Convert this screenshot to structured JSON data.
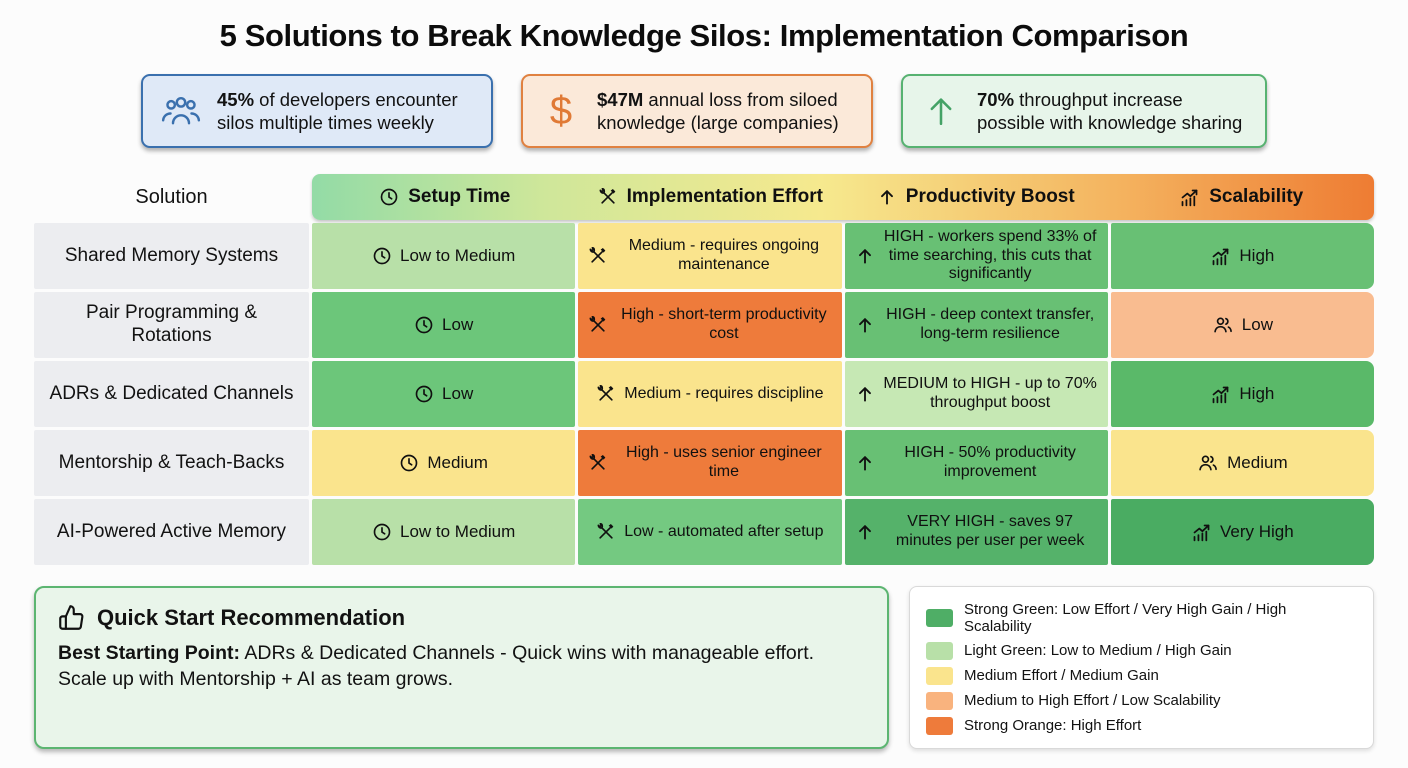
{
  "page": {
    "title": "5 Solutions to Break Knowledge Silos: Implementation Comparison"
  },
  "stat_cards": [
    {
      "icon": "people-group-icon",
      "highlight": "45%",
      "text": " of developers encounter silos multiple times weekly",
      "accent": "#3a70ae"
    },
    {
      "icon": "dollar-icon",
      "highlight": "$47M",
      "text": " annual loss from siloed knowledge (large companies)",
      "accent": "#e07a36"
    },
    {
      "icon": "arrow-up-icon",
      "highlight": "70%",
      "text": " throughput increase possible with knowledge sharing",
      "accent": "#44a266"
    }
  ],
  "table": {
    "solution_header": "Solution",
    "columns": [
      {
        "label": "Setup Time",
        "icon": "clock-icon"
      },
      {
        "label": "Implementation Effort",
        "icon": "tools-icon"
      },
      {
        "label": "Productivity Boost",
        "icon": "arrow-up-icon"
      },
      {
        "label": "Scalability",
        "icon": "chart-icon"
      }
    ],
    "rows": [
      {
        "solution": "Shared Memory Systems",
        "cells": [
          {
            "text": "Low to Medium",
            "bg": "#b8e0a8"
          },
          {
            "text": "Medium - requires ongoing maintenance",
            "bg": "#fae48d"
          },
          {
            "text": "HIGH - workers spend 33% of time searching, this cuts that significantly",
            "bg": "#68c074"
          },
          {
            "text": "High",
            "bg": "#68c074"
          }
        ]
      },
      {
        "solution": "Pair Programming & Rotations",
        "cells": [
          {
            "text": "Low",
            "bg": "#6cc67a"
          },
          {
            "text": "High - short-term productivity cost",
            "bg": "#ee7b3b"
          },
          {
            "text": "HIGH - deep context transfer, long-term resilience",
            "bg": "#68c074"
          },
          {
            "text": "Low",
            "bg": "#f9bc90"
          }
        ]
      },
      {
        "solution": "ADRs & Dedicated Channels",
        "cells": [
          {
            "text": "Low",
            "bg": "#6cc67a"
          },
          {
            "text": "Medium - requires discipline",
            "bg": "#fae48d"
          },
          {
            "text": "MEDIUM to HIGH - up to 70% throughput boost",
            "bg": "#c6e8b4"
          },
          {
            "text": "High",
            "bg": "#5ab969"
          }
        ]
      },
      {
        "solution": "Mentorship & Teach-Backs",
        "cells": [
          {
            "text": "Medium",
            "bg": "#fae48d"
          },
          {
            "text": "High - uses senior engineer time",
            "bg": "#ee7b3b"
          },
          {
            "text": "HIGH - 50% productivity improvement",
            "bg": "#68c074"
          },
          {
            "text": "Medium",
            "bg": "#fae48d"
          }
        ]
      },
      {
        "solution": "AI-Powered Active Memory",
        "cells": [
          {
            "text": "Low to Medium",
            "bg": "#b8e0a8"
          },
          {
            "text": "Low - automated after setup",
            "bg": "#74c981"
          },
          {
            "text": "VERY HIGH - saves 97 minutes per user per week",
            "bg": "#55b26a"
          },
          {
            "text": "Very High",
            "bg": "#4aac62"
          }
        ]
      }
    ]
  },
  "recommendation": {
    "title": "Quick Start Recommendation",
    "lead": "Best Starting Point:",
    "body": " ADRs & Dedicated Channels - Quick wins with manageable effort. Scale up with Mentorship + AI as team grows."
  },
  "legend": [
    {
      "color": "#4fae66",
      "label": "Strong Green: Low Effort / Very High Gain / High Scalability"
    },
    {
      "color": "#b8e0a8",
      "label": "Light Green: Low to Medium / High Gain"
    },
    {
      "color": "#fae48d",
      "label": "Medium Effort / Medium Gain"
    },
    {
      "color": "#f9b37e",
      "label": "Medium to High Effort / Low Scalability"
    },
    {
      "color": "#ee7b3b",
      "label": "Strong Orange: High Effort"
    }
  ]
}
